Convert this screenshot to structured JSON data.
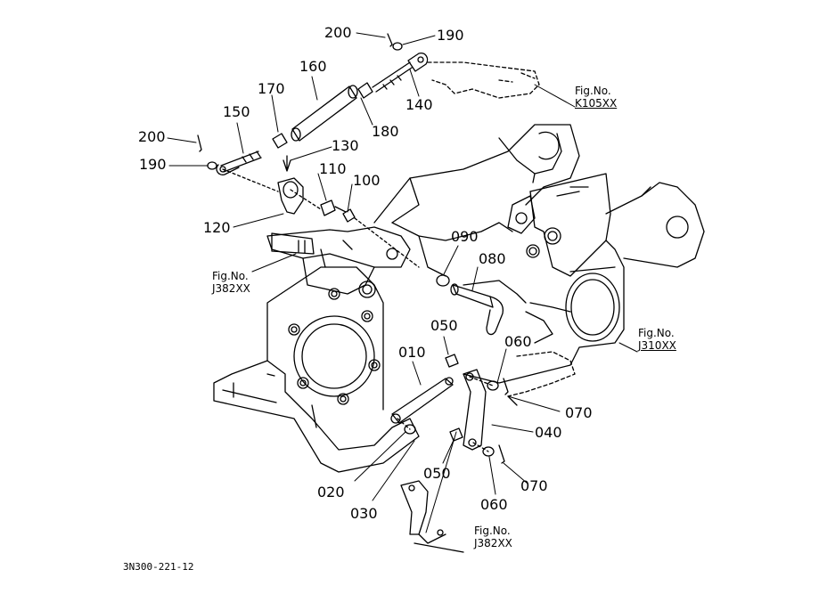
{
  "parts": [
    {
      "id": "part-200-top",
      "label": "200"
    },
    {
      "id": "part-190-top",
      "label": "190"
    },
    {
      "id": "part-160",
      "label": "160"
    },
    {
      "id": "part-170",
      "label": "170"
    },
    {
      "id": "part-150",
      "label": "150"
    },
    {
      "id": "part-180",
      "label": "180"
    },
    {
      "id": "part-140",
      "label": "140"
    },
    {
      "id": "part-200-left",
      "label": "200"
    },
    {
      "id": "part-190-left",
      "label": "190"
    },
    {
      "id": "part-130",
      "label": "130"
    },
    {
      "id": "part-110",
      "label": "110"
    },
    {
      "id": "part-100",
      "label": "100"
    },
    {
      "id": "part-120",
      "label": "120"
    },
    {
      "id": "part-090",
      "label": "090"
    },
    {
      "id": "part-080",
      "label": "080"
    },
    {
      "id": "part-050-top",
      "label": "050"
    },
    {
      "id": "part-060-top",
      "label": "060"
    },
    {
      "id": "part-010",
      "label": "010"
    },
    {
      "id": "part-070-top",
      "label": "070"
    },
    {
      "id": "part-040",
      "label": "040"
    },
    {
      "id": "part-050-bottom",
      "label": "050"
    },
    {
      "id": "part-020",
      "label": "020"
    },
    {
      "id": "part-070-bottom",
      "label": "070"
    },
    {
      "id": "part-060-bottom",
      "label": "060"
    },
    {
      "id": "part-030",
      "label": "030"
    }
  ],
  "figure_refs": [
    {
      "id": "fig-k105",
      "line1": "Fig.No.",
      "line2": "K105XX"
    },
    {
      "id": "fig-j382-left",
      "line1": "Fig.No.",
      "line2": "J382XX"
    },
    {
      "id": "fig-j310",
      "line1": "Fig.No.",
      "line2": "J310XX"
    },
    {
      "id": "fig-j382-bottom",
      "line1": "Fig.No.",
      "line2": "J382XX"
    }
  ],
  "drawing_code": "3N300-221-12"
}
